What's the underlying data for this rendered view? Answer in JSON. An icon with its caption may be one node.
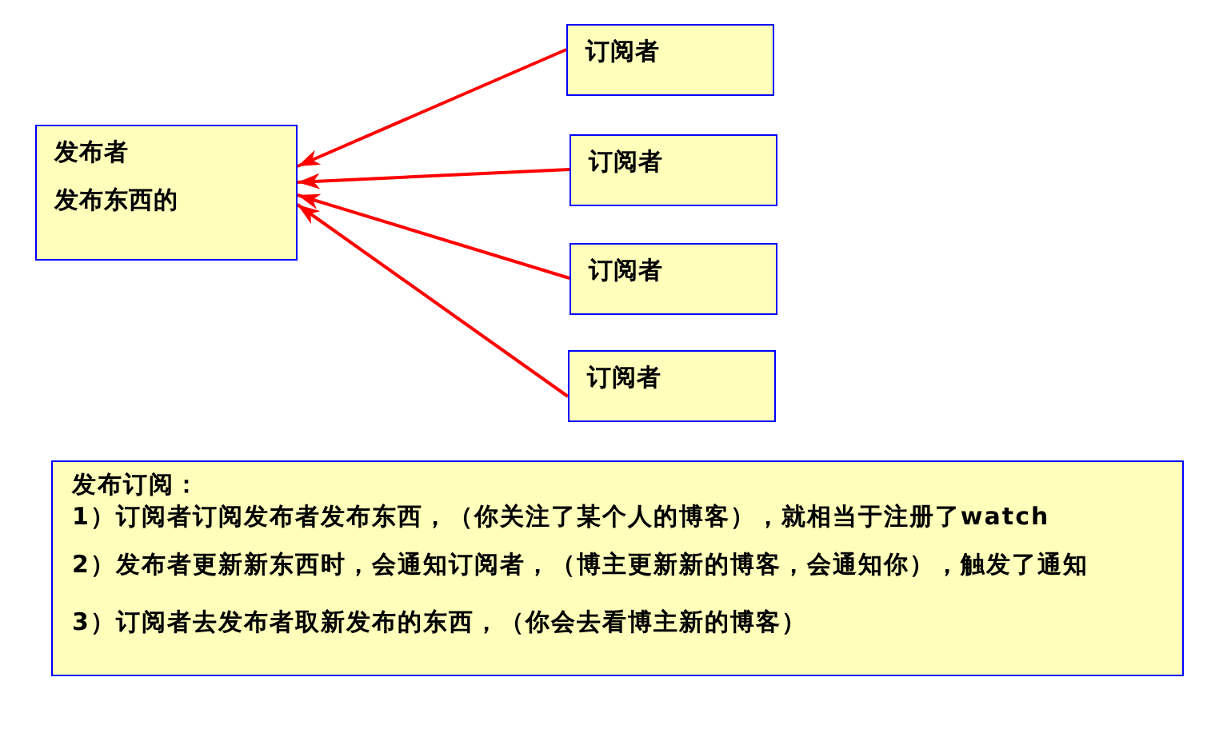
{
  "diagram": {
    "nodes": [
      {
        "text": [
          "发布者",
          "发布东西的"
        ]
      },
      {
        "text": [
          "订阅者"
        ]
      },
      {
        "text": [
          "订阅者"
        ]
      },
      {
        "text": [
          "订阅者"
        ]
      },
      {
        "text": [
          "订阅者"
        ]
      },
      {
        "text": [
          "发布订阅：",
          "1）订阅者订阅发布者发布东西，（你关注了某个人的博客），就相当于注册了watch",
          "2）发布者更新新东西时，会通知订阅者，（博主更新新的博客，会通知你），触发了通知",
          "3）订阅者去发布者取新发布的东西，（你会去看博主新的博客）"
        ]
      }
    ],
    "edges": [
      {
        "from": 1,
        "to": 0,
        "arrow": "to"
      },
      {
        "from": 2,
        "to": 0,
        "arrow": "to"
      },
      {
        "from": 3,
        "to": 0,
        "arrow": "to"
      },
      {
        "from": 4,
        "to": 0,
        "arrow": "to"
      }
    ]
  }
}
